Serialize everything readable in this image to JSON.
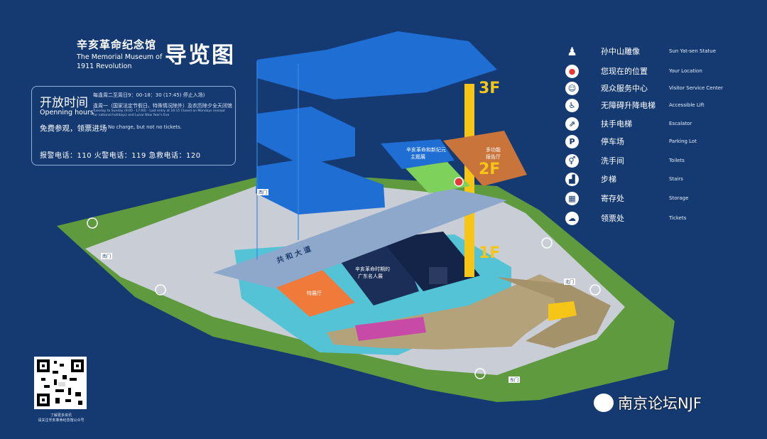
{
  "title": {
    "chinese": "辛亥革命纪念馆",
    "english_line1": "The Memorial Museum of",
    "english_line2": "1911 Revolution",
    "guide": "导览图"
  },
  "hours": {
    "title": "开放时间",
    "title_en": "Openning hours",
    "line1": "每逢周二至周日9：00-18：30 (17:45) 停止入场)",
    "line2": "逢周一（国家法定节假日、特殊情况除外）及农历除夕全天闭馆",
    "line3": "Tuesday to Sunday (9:00 - 17:00) · Last entry at 16:15 Closed on Mondays (except for national holidays) and Lunar New Year's Eve",
    "free": "免费参观，领票进场",
    "free_en": "No charge, but not no tickets.",
    "phones": "报警电话：110  火警电话：119  急救电话：120"
  },
  "legend": [
    {
      "cn": "孙中山雕像",
      "en": "Sun Yat-sen Statue",
      "icon": "statue-icon"
    },
    {
      "cn": "您现在的位置",
      "en": "Your Location",
      "icon": "location-pin-icon"
    },
    {
      "cn": "观众服务中心",
      "en": "Visitor Service Center",
      "icon": "service-center-icon"
    },
    {
      "cn": "无障碍升降电梯",
      "en": "Accessible Lift",
      "icon": "accessible-lift-icon"
    },
    {
      "cn": "扶手电梯",
      "en": "Escalator",
      "icon": "escalator-icon"
    },
    {
      "cn": "停车场",
      "en": "Parking Lot",
      "icon": "parking-icon"
    },
    {
      "cn": "洗手间",
      "en": "Toilets",
      "icon": "toilet-icon"
    },
    {
      "cn": "步梯",
      "en": "Stairs",
      "icon": "stairs-icon"
    },
    {
      "cn": "寄存处",
      "en": "Storage",
      "icon": "storage-icon"
    },
    {
      "cn": "领票处",
      "en": "Tickets",
      "icon": "tickets-icon"
    }
  ],
  "floors": {
    "f1": "1F",
    "f2": "2F",
    "f3": "3F"
  },
  "map_labels": {
    "west_gate": "西门",
    "south_gate": "南门",
    "north_gate": "北门",
    "east_gate": "东门",
    "temp_hall": "特展厅",
    "main_hall_a": "辛亥革命时期的",
    "main_hall_b": "广东名人展",
    "hall_2f_a": "辛亥革命和新纪元",
    "hall_2f_b": "主题展",
    "hall_2f_c": "多功能",
    "hall_2f_d": "报告厅",
    "avenue": "共 和 大 道"
  },
  "qr_caption_1": "了解更多资讯",
  "qr_caption_2": "请关注辛亥革命纪念馆公众号",
  "watermark": "南京论坛NJF",
  "colors": {
    "background": "#153a72",
    "floor_blue": "#1f6ed4",
    "grass": "#5f9a3e",
    "orange": "#f07a3a",
    "yellow": "#f5c518",
    "magenta": "#c64aa6"
  }
}
